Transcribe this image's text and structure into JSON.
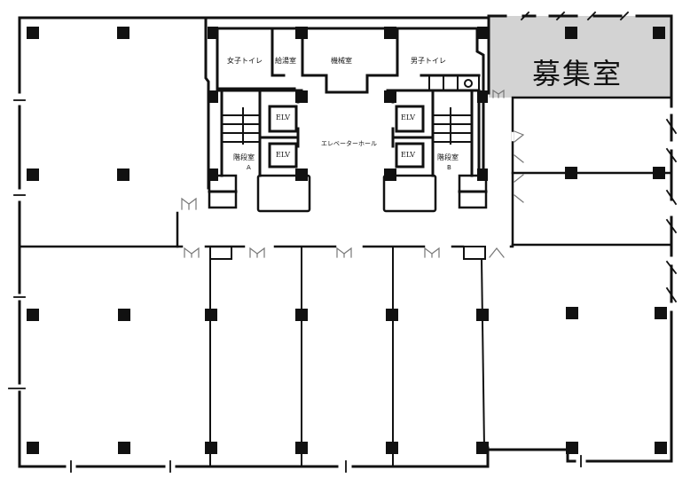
{
  "floor_plan": {
    "highlight": {
      "label": "募集室",
      "fill_color": "#d3d3d3"
    },
    "rooms": {
      "womens_toilet": "女子トイレ",
      "hot_water_room": "給湯室",
      "machine_room": "機械室",
      "mens_toilet": "男子トイレ",
      "elevator_hall": "エレベーターホール",
      "stair_a_label": "階段室",
      "stair_a_letter": "A",
      "stair_b_label": "階段室",
      "stair_b_letter": "B"
    },
    "elevators": [
      "ELV",
      "ELV",
      "ELV",
      "ELV"
    ],
    "colors": {
      "wall": "#111111",
      "column": "#111111",
      "background": "#ffffff"
    }
  }
}
